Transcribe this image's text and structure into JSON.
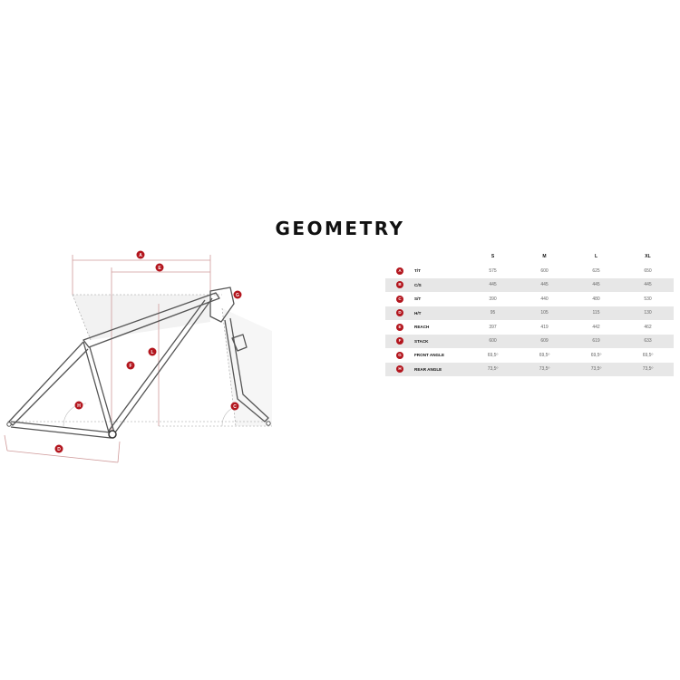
{
  "title": "GEOMETRY",
  "colors": {
    "accent": "#b3161e",
    "row_shade": "#e7e7e7",
    "frame": "#555555",
    "dim_line": "#cf9a9a"
  },
  "diagram": {
    "labels": [
      "A",
      "E",
      "G",
      "L",
      "F",
      "H",
      "C",
      "D"
    ],
    "callouts": {
      "A": "A",
      "E": "E",
      "G": "G",
      "L": "L",
      "F": "F",
      "H": "H",
      "C": "C",
      "D": "D"
    }
  },
  "table": {
    "headers": [
      "S",
      "M",
      "L",
      "XL"
    ],
    "rows": [
      {
        "letter": "A",
        "name": "T/T",
        "values": [
          "575",
          "600",
          "625",
          "650"
        ],
        "shaded": false
      },
      {
        "letter": "B",
        "name": "C/S",
        "values": [
          "445",
          "445",
          "445",
          "445"
        ],
        "shaded": true
      },
      {
        "letter": "C",
        "name": "S/T",
        "values": [
          "390",
          "440",
          "480",
          "530"
        ],
        "shaded": false
      },
      {
        "letter": "D",
        "name": "H/T",
        "values": [
          "95",
          "105",
          "115",
          "130"
        ],
        "shaded": true
      },
      {
        "letter": "E",
        "name": "REACH",
        "values": [
          "397",
          "419",
          "442",
          "462"
        ],
        "shaded": false
      },
      {
        "letter": "F",
        "name": "STACK",
        "values": [
          "600",
          "609",
          "619",
          "633"
        ],
        "shaded": true
      },
      {
        "letter": "G",
        "name": "FRONT ANGLE",
        "values": [
          "69,5º",
          "69,5º",
          "69,5º",
          "69,5º"
        ],
        "shaded": false
      },
      {
        "letter": "H",
        "name": "REAR ANGLE",
        "values": [
          "73,5º",
          "73,5º",
          "73,5º",
          "73,5º"
        ],
        "shaded": true
      }
    ]
  }
}
